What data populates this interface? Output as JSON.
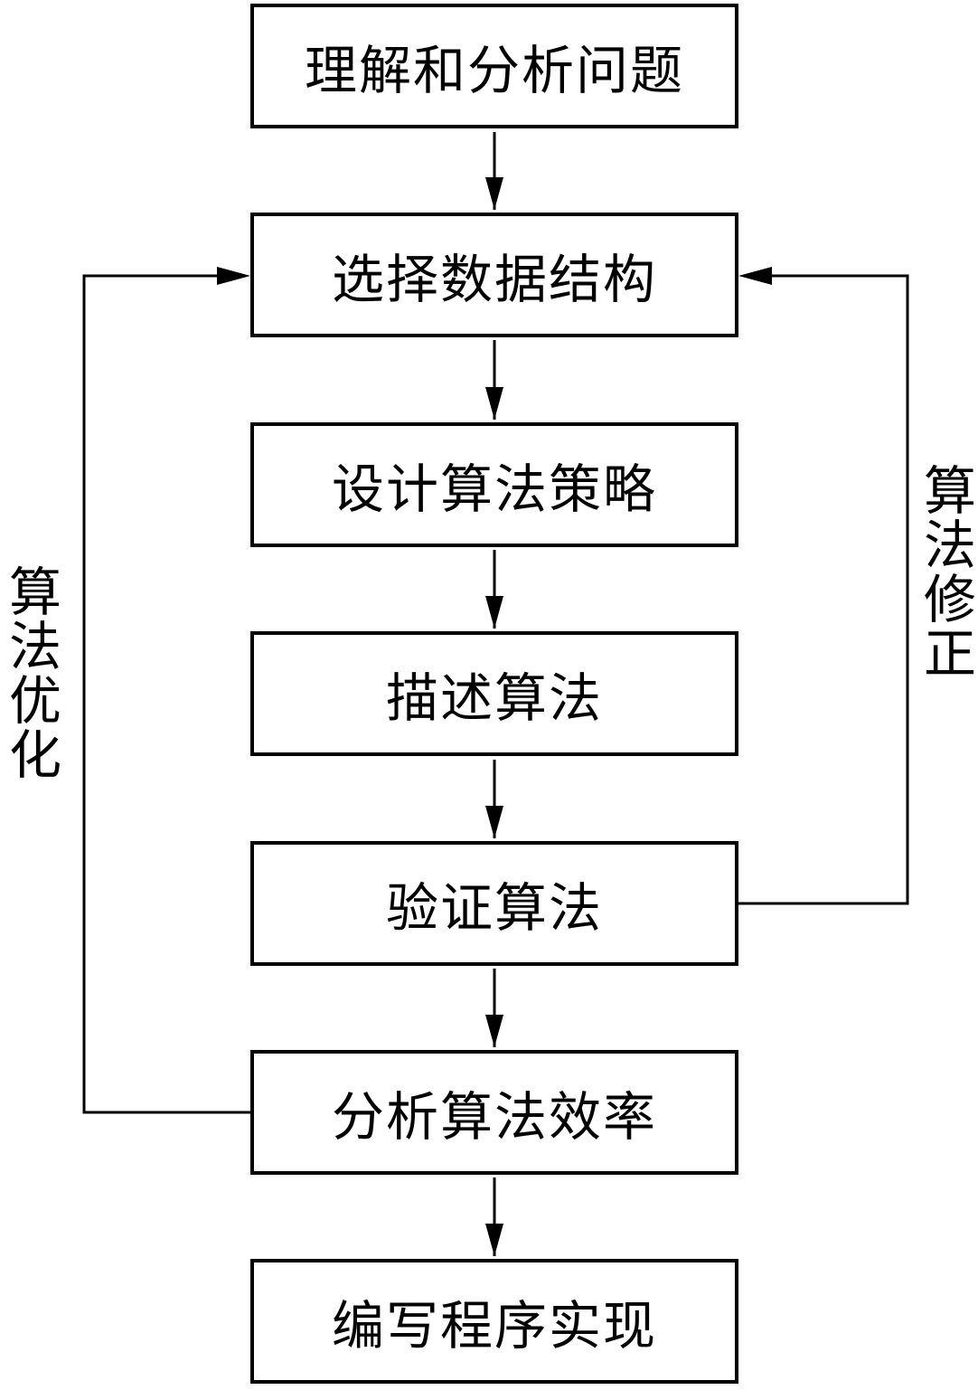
{
  "steps": [
    {
      "id": "understand",
      "label": "理解和分析问题"
    },
    {
      "id": "data-structure",
      "label": "选择数据结构"
    },
    {
      "id": "design-strategy",
      "label": "设计算法策略"
    },
    {
      "id": "describe",
      "label": "描述算法"
    },
    {
      "id": "verify",
      "label": "验证算法"
    },
    {
      "id": "analyze-efficiency",
      "label": "分析算法效率"
    },
    {
      "id": "implement",
      "label": "编写程序实现"
    }
  ],
  "feedback": {
    "left_label": "算法优化",
    "right_label": "算法修正"
  },
  "colors": {
    "stroke": "#000000",
    "background": "#ffffff"
  }
}
